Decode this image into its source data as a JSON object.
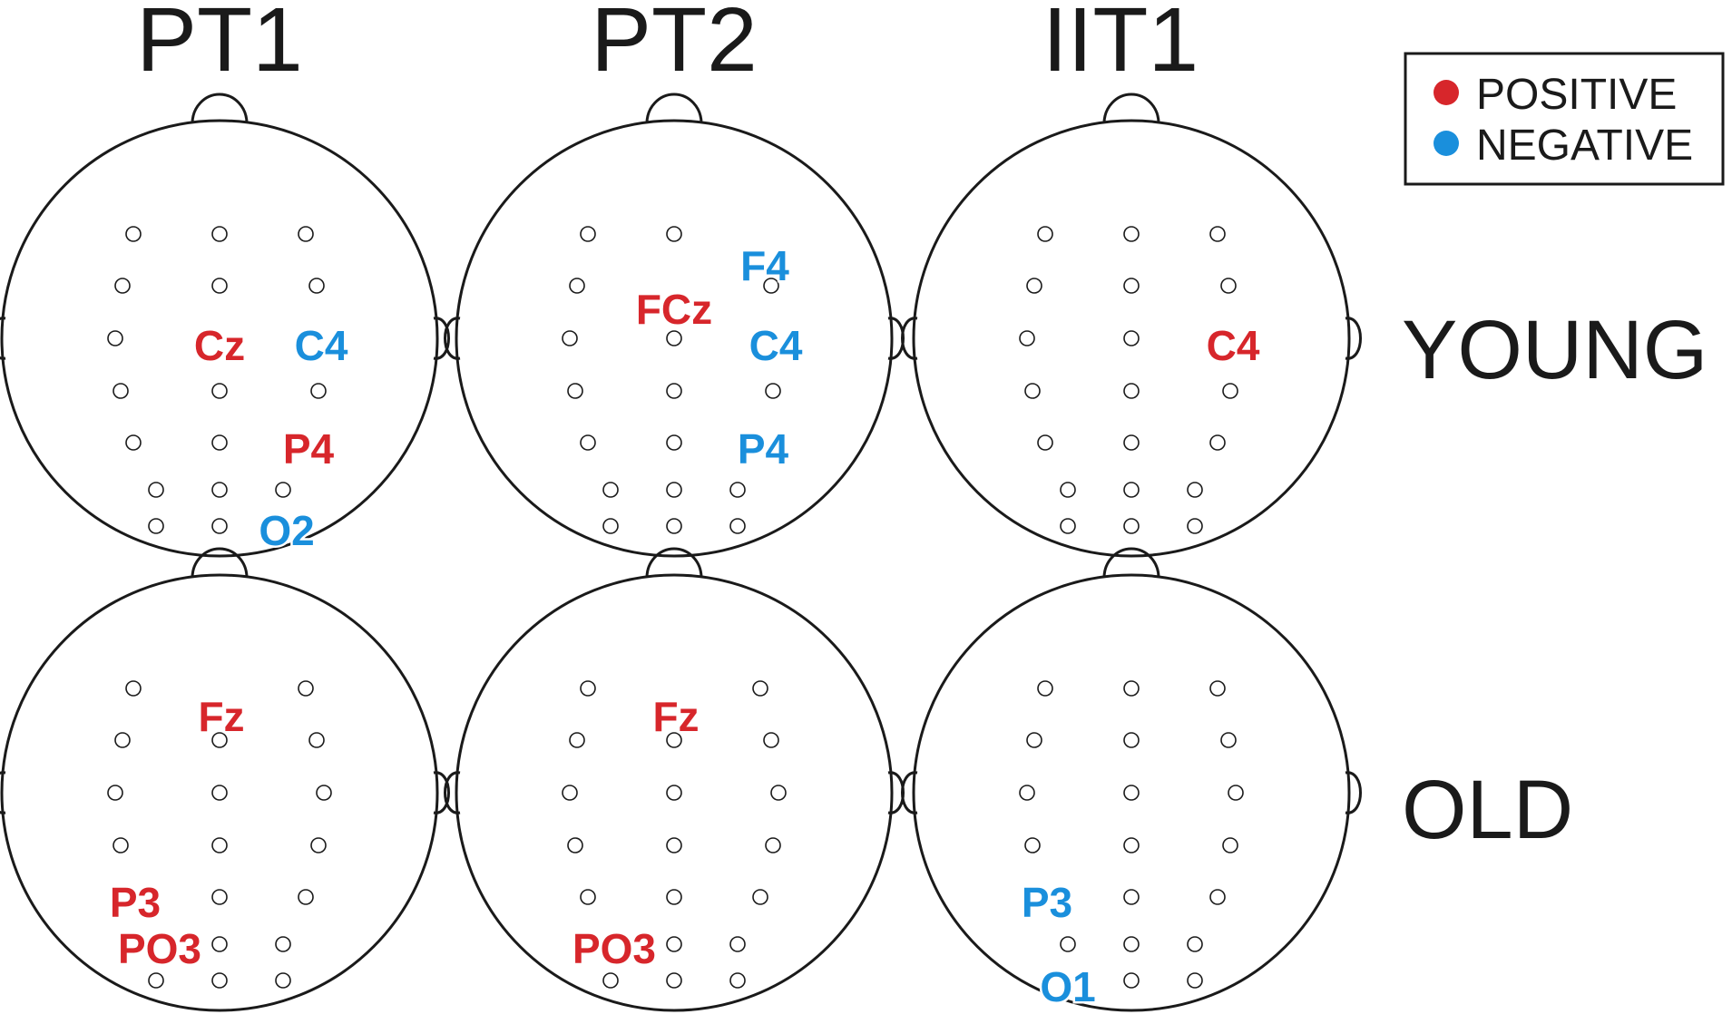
{
  "columns": [
    "PT1",
    "PT2",
    "IIT1"
  ],
  "rows": [
    "YOUNG",
    "OLD"
  ],
  "legend": {
    "positive_label": "POSITIVE",
    "negative_label": "NEGATIVE",
    "positive_color": "#d7262b",
    "negative_color": "#1a8fdc"
  },
  "colors": {
    "outline": "#1a1a1a",
    "background": "#ffffff"
  },
  "panels": [
    {
      "column": "PT1",
      "row": "YOUNG",
      "labels": [
        {
          "electrode": "Cz",
          "sign": "positive"
        },
        {
          "electrode": "C4",
          "sign": "negative"
        },
        {
          "electrode": "P4",
          "sign": "positive"
        },
        {
          "electrode": "O2",
          "sign": "negative"
        }
      ]
    },
    {
      "column": "PT2",
      "row": "YOUNG",
      "labels": [
        {
          "electrode": "F4",
          "sign": "negative"
        },
        {
          "electrode": "FCz",
          "sign": "positive"
        },
        {
          "electrode": "C4",
          "sign": "negative"
        },
        {
          "electrode": "P4",
          "sign": "negative"
        }
      ]
    },
    {
      "column": "IIT1",
      "row": "YOUNG",
      "labels": [
        {
          "electrode": "C4",
          "sign": "positive"
        }
      ]
    },
    {
      "column": "PT1",
      "row": "OLD",
      "labels": [
        {
          "electrode": "Fz",
          "sign": "positive"
        },
        {
          "electrode": "P3",
          "sign": "positive"
        },
        {
          "electrode": "PO3",
          "sign": "positive"
        }
      ]
    },
    {
      "column": "PT2",
      "row": "OLD",
      "labels": [
        {
          "electrode": "Fz",
          "sign": "positive"
        },
        {
          "electrode": "PO3",
          "sign": "positive"
        }
      ]
    },
    {
      "column": "IIT1",
      "row": "OLD",
      "labels": [
        {
          "electrode": "P3",
          "sign": "negative"
        },
        {
          "electrode": "O1",
          "sign": "negative"
        }
      ]
    }
  ]
}
